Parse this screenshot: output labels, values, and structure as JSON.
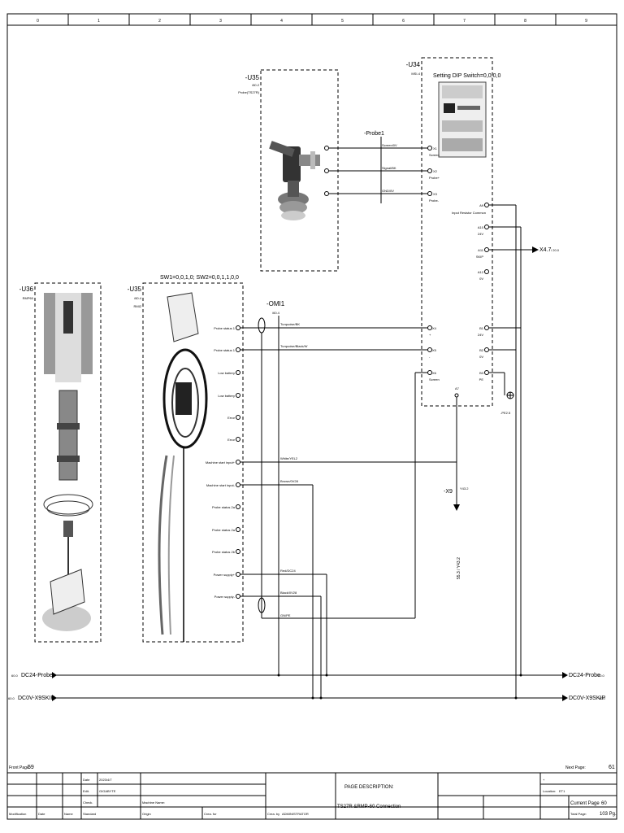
{
  "columns": [
    "0",
    "1",
    "2",
    "3",
    "4",
    "5",
    "6",
    "7",
    "8",
    "9"
  ],
  "devices": {
    "u35_top": {
      "tag": "-U35",
      "ref": "/60.2",
      "desc": "Probe(TS27R)"
    },
    "u34": {
      "tag": "-U34",
      "desc": "MSI-4",
      "dip": "Setting DIP Switch=0,0,0,0"
    },
    "u36": {
      "tag": "-U36",
      "desc": "RMP60"
    },
    "u35_bottom": {
      "tag": "-U35",
      "ref": "/60.4",
      "desc": "RMI2"
    },
    "sw": "SW1=0,0,1,0; SW2=0,0,1,1,0,0",
    "probe1": "-Probe1",
    "omi1": {
      "tag": "-OMI1",
      "ref": "/60.4"
    },
    "x9": {
      "tag": "-X9",
      "ref": "Y43.2",
      "pin": "A7",
      "vert": "55.3 / Y43.2"
    },
    "pe": "-PE2.5"
  },
  "u34_pins": [
    {
      "num": "X1",
      "name": "Screen",
      "wire": "Screen/0V"
    },
    {
      "num": "X2",
      "name": "Probe+",
      "wire": "Signal/BK"
    },
    {
      "num": "X3",
      "name": "Probe-",
      "wire": "GND/0V"
    }
  ],
  "u34_right_pins": [
    {
      "num": "A9",
      "name": "Input Resistor Common"
    },
    {
      "num": "A10",
      "name": "24V"
    },
    {
      "num": "A11",
      "name": "SKIP"
    },
    {
      "num": "A12",
      "name": "0V"
    },
    {
      "num": "B1",
      "name": "24V"
    },
    {
      "num": "B2",
      "name": "0V"
    },
    {
      "num": "B3",
      "name": "PE"
    }
  ],
  "u34_left_pins": [
    {
      "num": "X4",
      "name": "+"
    },
    {
      "num": "X5",
      "name": "-"
    },
    {
      "num": "X6",
      "name": "Screen"
    }
  ],
  "skip_ref": {
    "label": "X4.7",
    "ref": "/ 20.0"
  },
  "rmi2_pins": [
    "Probe status 1",
    "Probe status 1",
    "Low battery",
    "Low battery",
    "Error",
    "Error",
    "Machine start input+",
    "Machine start input-",
    "Probe status 2a",
    "Probe status 2a",
    "Probe status 2b",
    "Power supply+",
    "Power supply-"
  ],
  "wire_labels": [
    "Turquoise/BK",
    "Turquoise/Black/W",
    "White/YEL2",
    "Brown/0V28",
    "Red/DC24",
    "Black/0V28",
    "GN/PE"
  ],
  "buses": [
    {
      "ref": "60.0",
      "name": "DC24-Probe",
      "ref_right": "60.0"
    },
    {
      "ref": "60.0",
      "name": "DC0V-X9SKIP",
      "ref_right": "60.0"
    }
  ],
  "nav": {
    "front_label": "Front Page:",
    "front_value": "59",
    "next_label": "Next Page:",
    "next_value": "61"
  },
  "title_block": {
    "date_label": "Date",
    "date_value": "2023/4/7",
    "edit_label": "Edit.",
    "edit_value": "GIGABYTE",
    "check_label": "Check.",
    "modification": "Modification",
    "date": "Date",
    "name": "Name",
    "standard": "Standard",
    "machine_label": "Machine Name:",
    "origin": "Origin",
    "crea_for": "Crea. for",
    "crea_by": "Crea. by",
    "crea_by_value": "ADMINISTRATOR",
    "page_desc_label": "PAGE DESCRIPTION:",
    "page_desc": "TS27R &RMP-60 Connection",
    "plus": "+",
    "location_label": "Location:",
    "location_value": "ET1",
    "current_label": "Current Page",
    "current_value": "60",
    "total_label": "Total Page:",
    "total_value": "103 Pg."
  }
}
